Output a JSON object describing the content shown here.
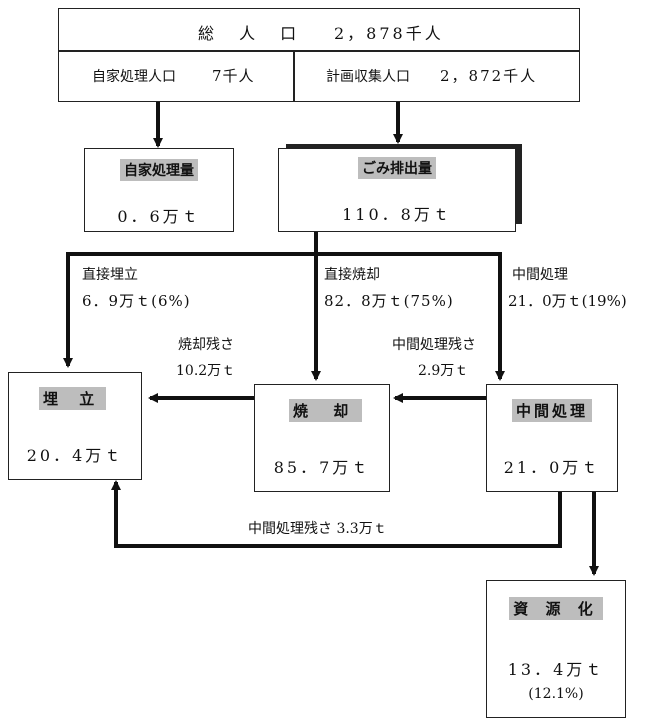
{
  "population": {
    "total_label": "総 人 口",
    "total_value": "2，878千人",
    "self_label": "自家処理人口",
    "self_value": "7千人",
    "planned_label": "計画収集人口",
    "planned_value": "2，872千人"
  },
  "self_processing": {
    "title": "自家処理量",
    "value": "0．6万ｔ"
  },
  "waste_output": {
    "title": "ごみ排出量",
    "value": "110．8万ｔ"
  },
  "flows": {
    "direct_landfill_label": "直接埋立",
    "direct_landfill_value": "6．9万ｔ(6%)",
    "direct_incineration_label": "直接焼却",
    "direct_incineration_value": "82．8万ｔ(75%)",
    "intermediate_label": "中間処理",
    "intermediate_value": "21．0万ｔ(19%)",
    "incineration_residue_label": "焼却残さ",
    "incineration_residue_value": "10.2万ｔ",
    "intermediate_residue_to_incineration_label": "中間処理残さ",
    "intermediate_residue_to_incineration_value": "2.9万ｔ",
    "intermediate_residue_to_landfill": "中間処理残さ 3.3万ｔ"
  },
  "landfill": {
    "title": "埋 立",
    "value": "20．4万ｔ"
  },
  "incineration": {
    "title": "焼 却",
    "value": "85．7万ｔ"
  },
  "intermediate": {
    "title": "中間処理",
    "value": "21．0万ｔ"
  },
  "recycling": {
    "title": "資 源 化",
    "value": "13．4万ｔ",
    "percent": "(12.1%)"
  }
}
